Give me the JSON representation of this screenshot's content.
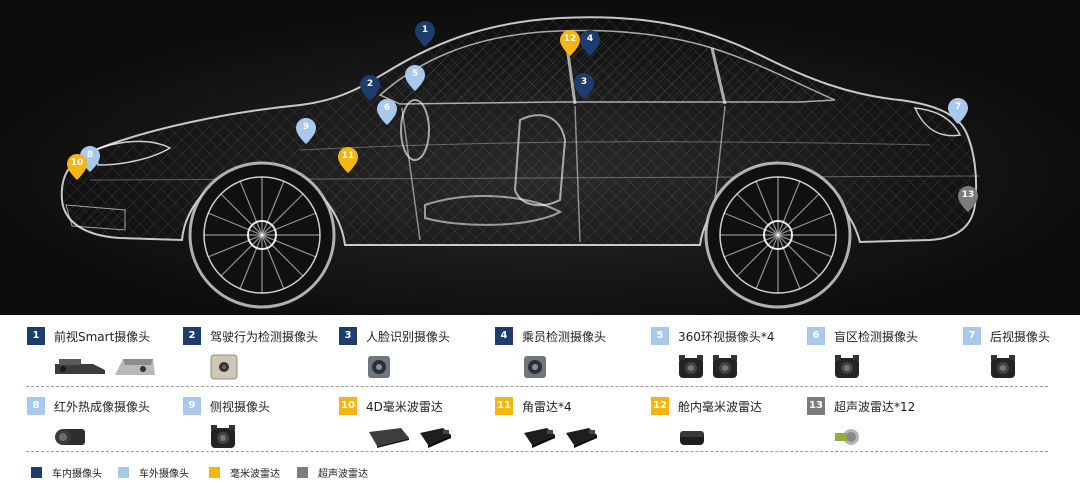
{
  "categories": [
    {
      "key": "dark",
      "label": "车内摄像头",
      "color": "#1c3d6e"
    },
    {
      "key": "light",
      "label": "车外摄像头",
      "color": "#a8c8ec"
    },
    {
      "key": "gold",
      "label": "毫米波雷达",
      "color": "#f6b50f"
    },
    {
      "key": "gray",
      "label": "超声波雷达",
      "color": "#7c7c7c"
    }
  ],
  "items": [
    {
      "num": "1",
      "label": "前视Smart摄像头",
      "category": "dark",
      "devices": [
        "windshield-camera",
        "smart-camera-unit"
      ]
    },
    {
      "num": "2",
      "label": "驾驶行为检测摄像头",
      "category": "dark",
      "devices": [
        "cube-camera"
      ]
    },
    {
      "num": "3",
      "label": "人脸识别摄像头",
      "category": "dark",
      "devices": [
        "mini-camera"
      ]
    },
    {
      "num": "4",
      "label": "乘员检测摄像头",
      "category": "dark",
      "devices": [
        "mini-camera"
      ]
    },
    {
      "num": "5",
      "label": "360环视摄像头*4",
      "category": "light",
      "devices": [
        "surround-camera",
        "surround-camera"
      ]
    },
    {
      "num": "6",
      "label": "盲区检测摄像头",
      "category": "light",
      "devices": [
        "surround-camera"
      ]
    },
    {
      "num": "7",
      "label": "后视摄像头",
      "category": "light",
      "devices": [
        "surround-camera"
      ]
    },
    {
      "num": "8",
      "label": "红外热成像摄像头",
      "category": "light",
      "devices": [
        "thermal-camera"
      ]
    },
    {
      "num": "9",
      "label": "侧视摄像头",
      "category": "light",
      "devices": [
        "surround-camera"
      ]
    },
    {
      "num": "10",
      "label": "4D毫米波雷达",
      "category": "gold",
      "devices": [
        "radar-flat",
        "radar-box"
      ]
    },
    {
      "num": "11",
      "label": "角雷达*4",
      "category": "gold",
      "devices": [
        "radar-box",
        "radar-box"
      ]
    },
    {
      "num": "12",
      "label": "舱内毫米波雷达",
      "category": "gold",
      "devices": [
        "radar-small"
      ]
    },
    {
      "num": "13",
      "label": "超声波雷达*12",
      "category": "gray",
      "devices": [
        "ultrasonic-sensor"
      ]
    }
  ],
  "pins": [
    {
      "num": "1",
      "category": "dark"
    },
    {
      "num": "2",
      "category": "dark"
    },
    {
      "num": "3",
      "category": "dark"
    },
    {
      "num": "4",
      "category": "dark"
    },
    {
      "num": "5",
      "category": "light"
    },
    {
      "num": "6",
      "category": "light"
    },
    {
      "num": "7",
      "category": "light"
    },
    {
      "num": "8",
      "category": "light"
    },
    {
      "num": "9",
      "category": "light"
    },
    {
      "num": "10",
      "category": "gold"
    },
    {
      "num": "11",
      "category": "gold"
    },
    {
      "num": "12",
      "category": "gold"
    },
    {
      "num": "13",
      "category": "gray"
    }
  ]
}
